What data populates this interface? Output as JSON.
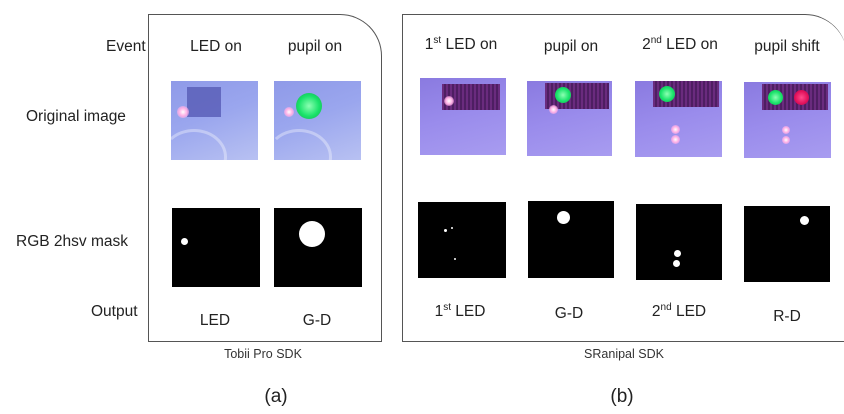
{
  "row_labels": {
    "event": "Event",
    "original": "Original image",
    "mask": "RGB 2hsv mask",
    "output": "Output"
  },
  "panel_a": {
    "events": [
      "LED on",
      "pupil on"
    ],
    "outputs": [
      "LED",
      "G-D"
    ],
    "caption": "Tobii Pro SDK",
    "sublabel": "(a)"
  },
  "panel_b": {
    "events": [
      {
        "pre": "1",
        "sup": "st",
        "post": " LED on"
      },
      {
        "pre": "pupil on",
        "sup": "",
        "post": ""
      },
      {
        "pre": "2",
        "sup": "nd",
        "post": " LED on"
      },
      {
        "pre": "pupil shift",
        "sup": "",
        "post": ""
      }
    ],
    "outputs": [
      {
        "pre": "1",
        "sup": "st",
        "post": " LED"
      },
      {
        "pre": "G-D",
        "sup": "",
        "post": ""
      },
      {
        "pre": "2",
        "sup": "nd",
        "post": " LED"
      },
      {
        "pre": "R-D",
        "sup": "",
        "post": ""
      }
    ],
    "caption": "SRanipal SDK",
    "sublabel": "(b)"
  }
}
